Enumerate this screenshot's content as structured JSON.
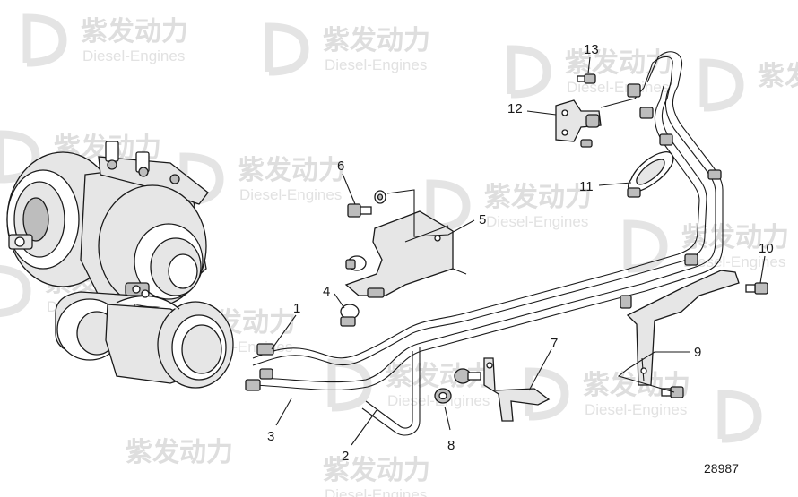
{
  "watermark": {
    "brand_cn": "紫发动力",
    "brand_en": "Diesel-Engines"
  },
  "callouts": [
    "1",
    "2",
    "3",
    "4",
    "5",
    "6",
    "7",
    "8",
    "9",
    "10",
    "11",
    "12",
    "13"
  ],
  "figure_number": "28987"
}
